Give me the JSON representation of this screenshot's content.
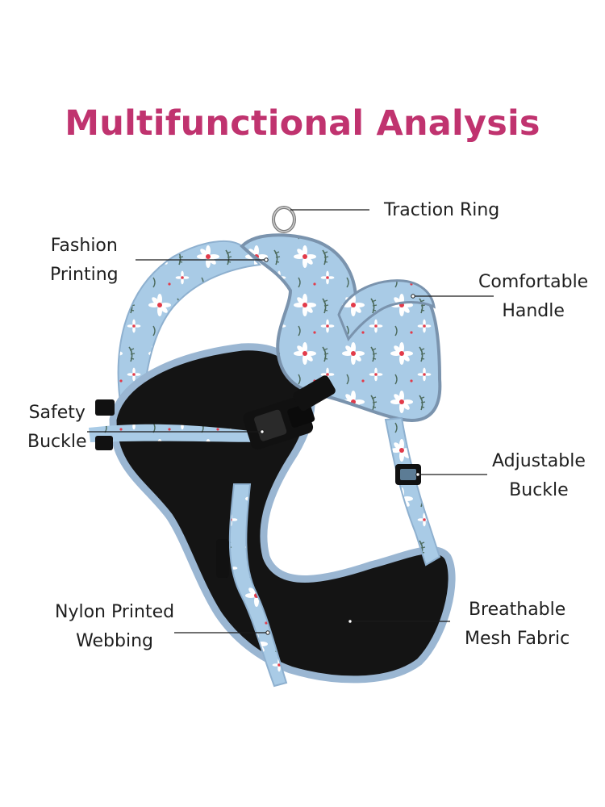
{
  "title": "Multifunctional Analysis",
  "colors": {
    "title": "#c0336f",
    "strap_blue": "#a9cbe6",
    "trim_blue": "#9ab6d2",
    "mesh_black": "#141414",
    "flower_white": "#ffffff",
    "flower_red": "#e23b4a",
    "leaf_green": "#4d6b5e",
    "buckle_black": "#111111",
    "leader_line": "#1a1a1a"
  },
  "labels": {
    "traction_ring": [
      "Traction Ring"
    ],
    "fashion_printing": [
      "Fashion",
      "Printing"
    ],
    "comfortable_handle": [
      "Comfortable",
      "Handle"
    ],
    "safety_buckle": [
      "Safety",
      "Buckle"
    ],
    "adjustable_buckle": [
      "Adjustable",
      "Buckle"
    ],
    "nylon_webbing": [
      "Nylon Printed",
      "Webbing"
    ],
    "mesh_fabric": [
      "Breathable",
      "Mesh Fabric"
    ]
  },
  "icons": [
    "d-ring-icon",
    "side-release-buckle-icon",
    "slide-adjuster-icon",
    "daisy-print-icon"
  ]
}
